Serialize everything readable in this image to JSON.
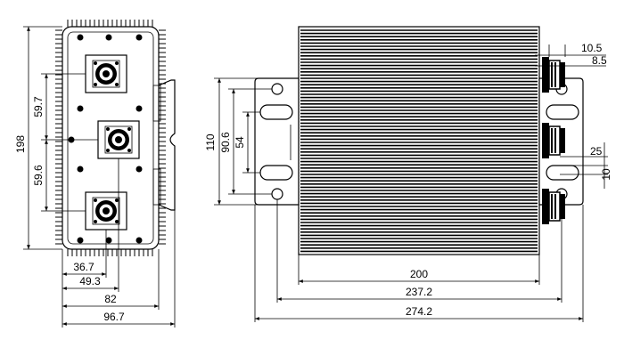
{
  "drawing": {
    "front_view": {
      "height_dim": "198",
      "upper_spacing_dim": "59.7",
      "lower_spacing_dim": "59.6",
      "offset_dim_1": "36.7",
      "offset_dim_2": "49.3",
      "body_width_dim": "82",
      "overall_width_dim": "96.7"
    },
    "side_view": {
      "connector_depth_dim": "10.5",
      "connector_flange_dim": "8.5",
      "bracket_height_dim": "110",
      "bracket_inner_dim": "90.6",
      "slot_spacing_dim": "54",
      "slot_offset_dim": "25",
      "slot_width_dim": "10",
      "body_length_dim": "200",
      "hole_span_dim": "237.2",
      "overall_length_dim": "274.2"
    }
  }
}
